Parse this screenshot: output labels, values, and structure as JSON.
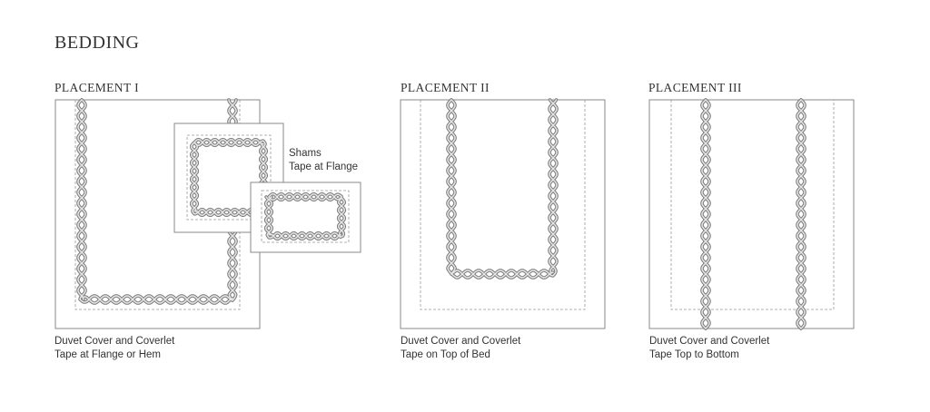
{
  "title": "BEDDING",
  "placements": [
    {
      "heading": "PLACEMENT I",
      "caption_line1": "Duvet Cover and Coverlet",
      "caption_line2": "Tape at Flange or Hem"
    },
    {
      "heading": "PLACEMENT II",
      "caption_line1": "Duvet Cover and Coverlet",
      "caption_line2": "Tape on Top of Bed"
    },
    {
      "heading": "PLACEMENT III",
      "caption_line1": "Duvet Cover and Coverlet",
      "caption_line2": "Tape Top to Bottom"
    }
  ],
  "shams": {
    "label_line1": "Shams",
    "label_line2": "Tape at Flange"
  },
  "colors": {
    "outline": "#888888",
    "tape": "#7d7d7d",
    "tape_light": "#e6e6e6",
    "dash": "#999999"
  }
}
